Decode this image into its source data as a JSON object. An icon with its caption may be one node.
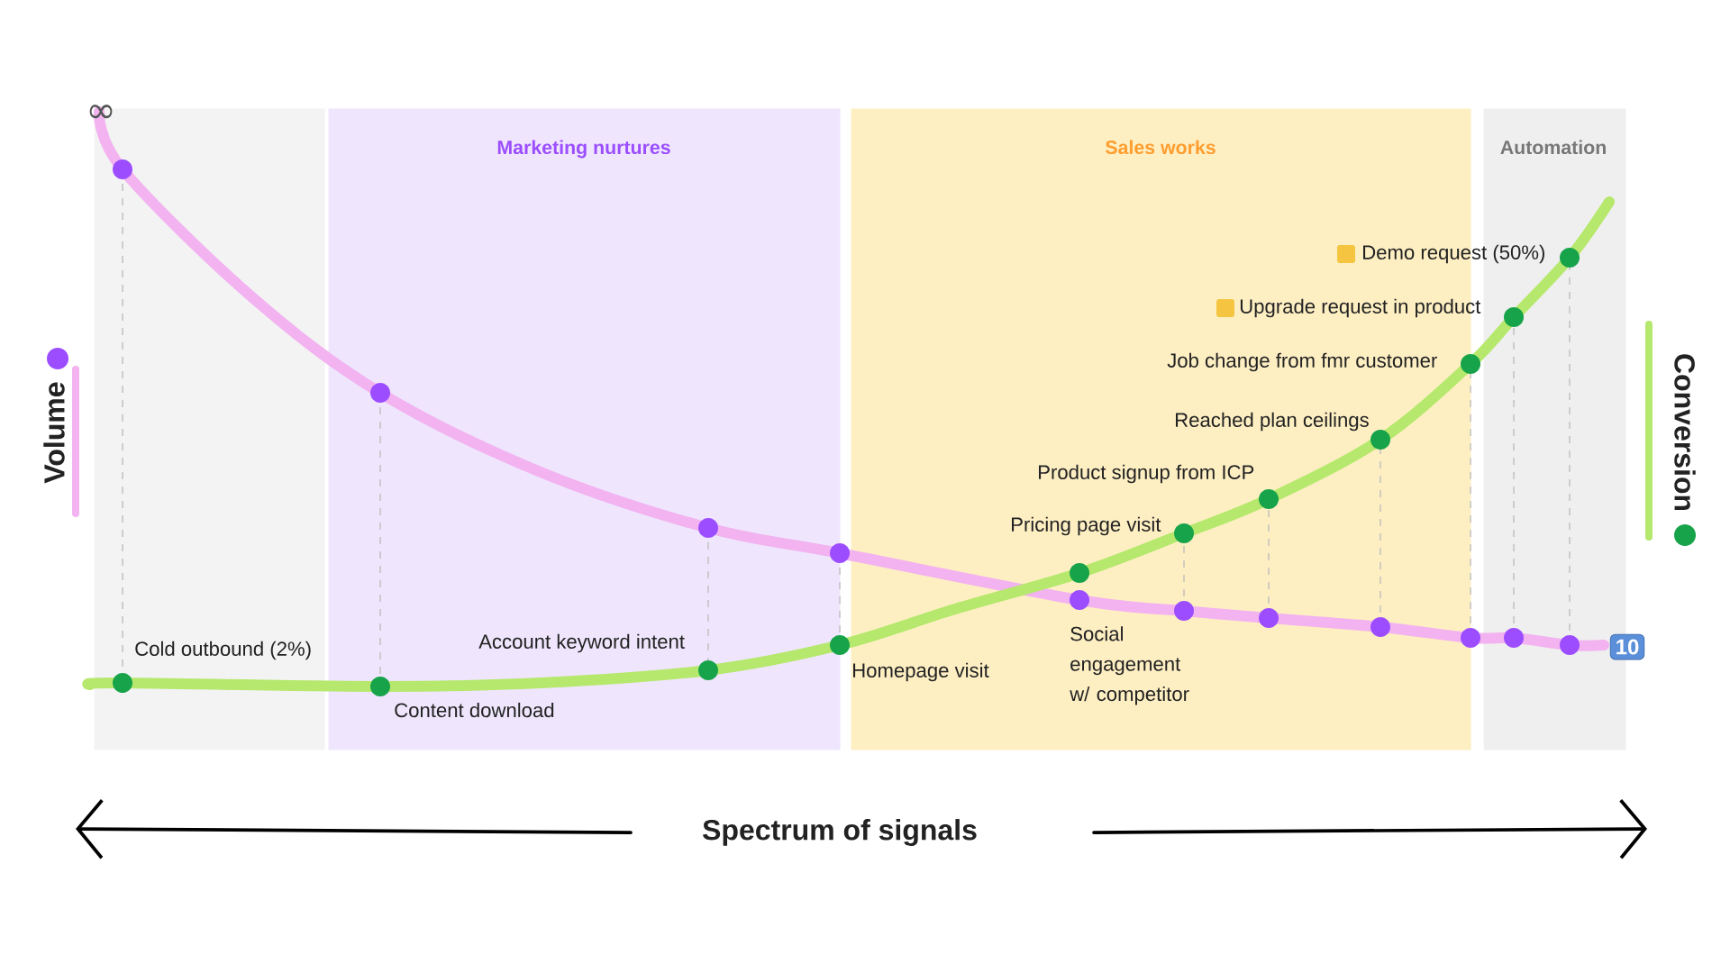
{
  "diagram": {
    "nodes": [
      {
        "text": [],
        "shape": "box"
      },
      {
        "text": [
          "Marketing nurtures"
        ]
      },
      {
        "text": [
          "Sales works"
        ]
      },
      {
        "text": [
          "Automation"
        ]
      }
    ],
    "labels": [
      "∞",
      "Volume",
      "Cold outbound (2%)",
      "Account keyword intent",
      "Content download",
      "Homepage visit",
      "Social engagement w/ competitor",
      "Pricing page visit",
      "Product signup from ICP",
      "Reached plan ceilings",
      "Job change from fmr customer",
      "Upgrade request in product",
      "Demo request (50%)",
      "10",
      "Conversion",
      "Spectrum of signals"
    ]
  }
}
